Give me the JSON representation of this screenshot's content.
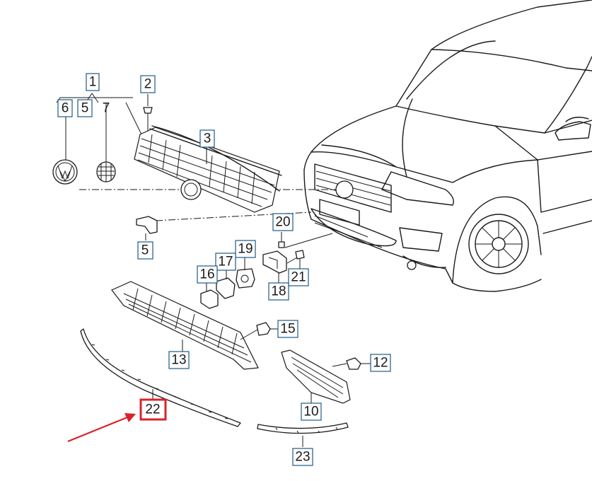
{
  "diagram": {
    "labels": {
      "p1": "1",
      "p2": "2",
      "p3": "3",
      "p5a": "5",
      "p5b": "5",
      "p6": "6",
      "p7": "7",
      "p10": "10",
      "p12": "12",
      "p13": "13",
      "p15": "15",
      "p16": "16",
      "p17": "17",
      "p18": "18",
      "p19": "19",
      "p20": "20",
      "p21": "21",
      "p22": "22",
      "p23": "23"
    },
    "highlighted_part": "22",
    "highlight_color": "#d9232a",
    "label_border_color": "#1d5a87"
  }
}
